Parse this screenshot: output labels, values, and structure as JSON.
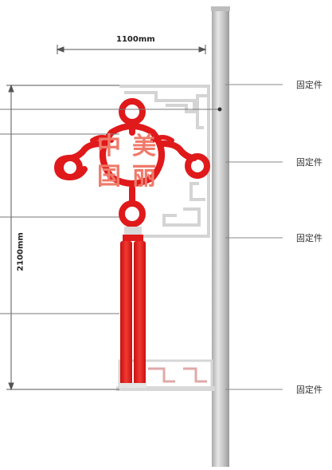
{
  "dimensions": {
    "width_label": "1100mm",
    "height_label": "2100mm"
  },
  "callouts": [
    {
      "label": "固定件"
    },
    {
      "label": "固定件"
    },
    {
      "label": "固定件"
    },
    {
      "label": "固定件"
    }
  ],
  "ornament": {
    "characters": [
      "中",
      "美",
      "国",
      "丽"
    ]
  },
  "colors": {
    "ornament_red": "#e0191b",
    "char_pink": "#f07a6a",
    "pole_gray": "#c7c7c7",
    "frame_gray": "#d9d9d9",
    "leader_line": "#888888"
  }
}
